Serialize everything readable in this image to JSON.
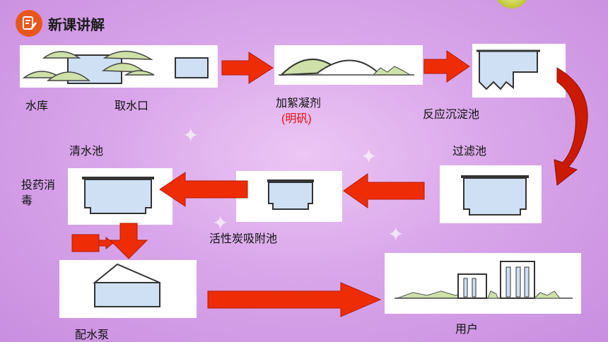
{
  "header": {
    "title": "新课讲解",
    "icon": "notepad-pencil-icon"
  },
  "labels": {
    "reservoir": "水库",
    "intake": "取水口",
    "coagulant": "加絮凝剂",
    "coagulant_note": "(明矾)",
    "settling_tank": "反应沉淀池",
    "filter_tank": "过滤池",
    "clear_water_tank": "清水池",
    "disinfect": "投药消毒",
    "carbon_tank": "活性炭吸附池",
    "pump": "配水泵",
    "users": "用户"
  },
  "colors": {
    "arrow": "#ee2d06",
    "accent_title_icon": "#e8561c",
    "tank_fill": "#cfe0f4",
    "hill_fill": "#cfe0a8"
  }
}
